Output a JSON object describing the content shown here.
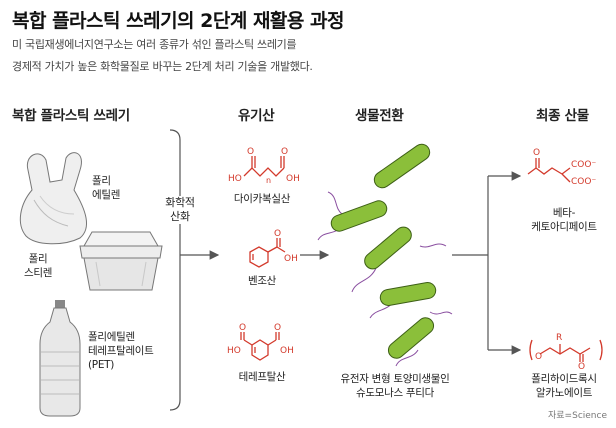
{
  "title": "복합 플라스틱 쓰레기의 2단계 재활용 과정",
  "subtitle": {
    "line1": "미 국립재생에너지연구소는 여러 종류가 섞인 플라스틱 쓰레기를",
    "line2": "경제적 가치가 높은 화학물질로 바꾸는 2단계 처리 기술을 개발했다."
  },
  "columns": {
    "waste": "복합 플라스틱 쓰레기",
    "acids": "유기산",
    "bio": "생물전환",
    "products": "최종 산물"
  },
  "waste_items": {
    "bag": "폴리\n에틸렌",
    "box": "폴리\n스티렌",
    "bottle": "폴리에틸렌\n테레프탈레이트\n(PET)"
  },
  "process": {
    "oxidation": "화학적\n산화"
  },
  "acids": {
    "diacid": "다이카복실산",
    "benzoic": "벤조산",
    "terephthalic": "테레프탈산"
  },
  "chem_labels": {
    "ho": "HO",
    "oh": "OH",
    "o": "O",
    "n": "n",
    "coo": "COO⁻",
    "r": "R"
  },
  "bio": {
    "caption": "유전자 변형 토양미생물인\n슈도모나스 푸티다"
  },
  "products": {
    "ketoadipate": "베타-\n케토아디페이트",
    "pha": "폴리하이드록시\n알카노에이트"
  },
  "source": "자료=Science",
  "colors": {
    "chem_red": "#d33a2c",
    "bacteria_green": "#8bbf3a",
    "flagella_purple": "#8a4fa0",
    "line_gray": "#555555"
  },
  "icons": [
    "plastic-bag-icon",
    "plastic-container-icon",
    "plastic-bottle-icon",
    "bacteria-icon",
    "arrow-icon"
  ]
}
